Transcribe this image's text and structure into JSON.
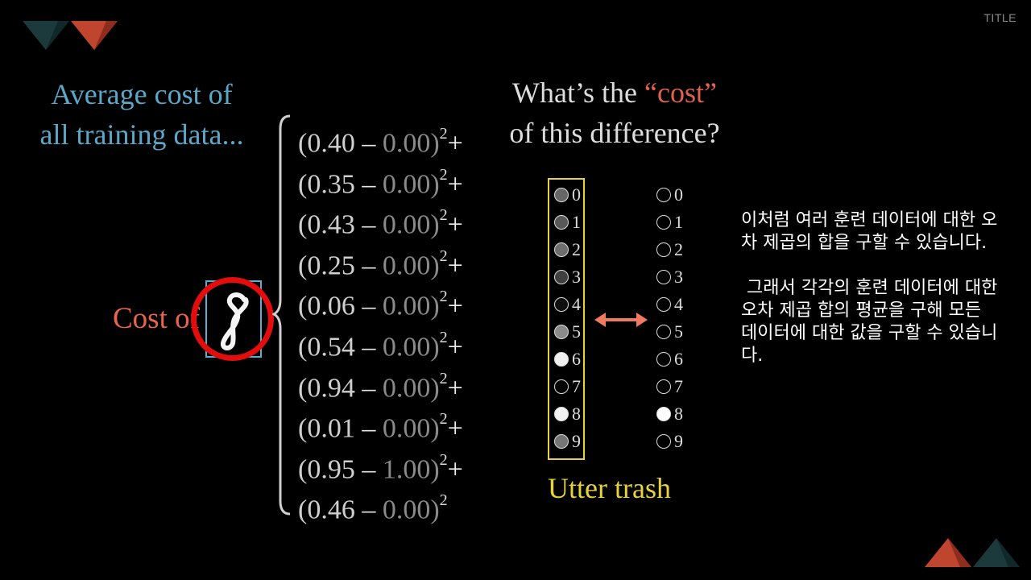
{
  "slide": {
    "title": "TITLE"
  },
  "left": {
    "heading_line1": "Average cost of",
    "heading_line2": "all training data...",
    "cost_of_label": "Cost of"
  },
  "terms": [
    {
      "value": "(0.40",
      "target": "0.00)",
      "suffix": "+"
    },
    {
      "value": "(0.35",
      "target": "0.00)",
      "suffix": "+"
    },
    {
      "value": "(0.43",
      "target": "0.00)",
      "suffix": "+"
    },
    {
      "value": "(0.25",
      "target": "0.00)",
      "suffix": "+"
    },
    {
      "value": "(0.06",
      "target": "0.00)",
      "suffix": "+"
    },
    {
      "value": "(0.54",
      "target": "0.00)",
      "suffix": "+"
    },
    {
      "value": "(0.94",
      "target": "0.00)",
      "suffix": "+"
    },
    {
      "value": "(0.01",
      "target": "0.00)",
      "suffix": "+"
    },
    {
      "value": "(0.95",
      "target": "1.00)",
      "suffix": "+"
    },
    {
      "value": "(0.46",
      "target": "0.00)",
      "suffix": ""
    }
  ],
  "minus_sign": "–",
  "exponent": "2",
  "question": {
    "line1_pre": "What’s the ",
    "line1_cost": "“cost”",
    "line2": "of this difference?"
  },
  "network": {
    "labels": [
      "0",
      "1",
      "2",
      "3",
      "4",
      "5",
      "6",
      "7",
      "8",
      "9"
    ],
    "output_activations": [
      0.4,
      0.35,
      0.43,
      0.25,
      0.06,
      0.54,
      0.94,
      0.01,
      0.95,
      0.46
    ],
    "desired_activations": [
      0,
      0,
      0,
      0,
      0,
      0,
      0,
      0,
      1,
      0
    ],
    "caption": "Utter trash"
  },
  "korean": {
    "text": "이처럼 여러 훈련 데이터에 대한 오차 제곱의 합을 구할 수 있습니다.\n\n 그래서 각각의 훈련 데이터에 대한 오차 제곱 합의 평균을 구해 모든 데이터에 대한 값을 구할 수 있습니다."
  },
  "colors": {
    "blue_heading": "#5aa7c7",
    "red_accent": "#e8644f",
    "yellow_box": "#e8d23a",
    "circle_red": "#e30d0d",
    "deco_dark": "#1c3a3c",
    "deco_red": "#c0452f"
  }
}
